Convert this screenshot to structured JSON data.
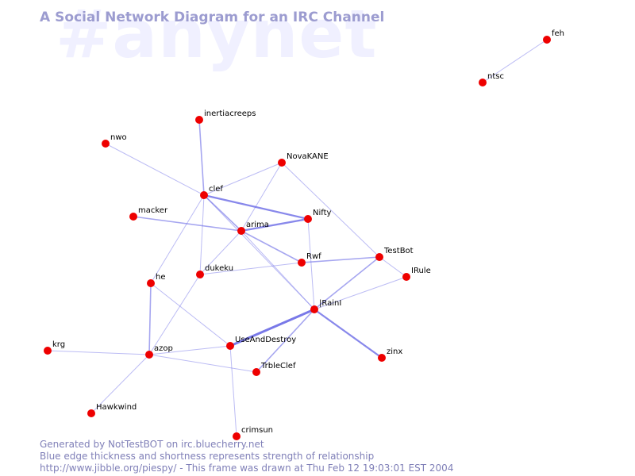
{
  "watermark": "#anynet",
  "title": "A Social Network Diagram for an IRC Channel",
  "footer": {
    "line1": "Generated by NotTestBOT on irc.bluecherry.net",
    "line2": "Blue edge thickness and shortness represents strength of relationship",
    "line3": "http://www.jibble.org/piespy/ - This frame was drawn at Thu Feb 12 19:03:01 EST 2004"
  },
  "colors": {
    "node": "#ee0000",
    "edge": "#6a6ae6",
    "title": "#9c9cd0",
    "watermark": "#f0f0ff",
    "footer": "#8080b8"
  },
  "nodes": [
    {
      "id": "feh",
      "label": "feh"
    },
    {
      "id": "ntsc",
      "label": "ntsc"
    },
    {
      "id": "inertiacreeps",
      "label": "inertiacreeps"
    },
    {
      "id": "nwo",
      "label": "nwo"
    },
    {
      "id": "NovaKANE",
      "label": "NovaKANE"
    },
    {
      "id": "clef",
      "label": "clef"
    },
    {
      "id": "macker",
      "label": "macker"
    },
    {
      "id": "Nifty",
      "label": "Nifty"
    },
    {
      "id": "arima",
      "label": "arima"
    },
    {
      "id": "TestBot",
      "label": "TestBot"
    },
    {
      "id": "Rwf",
      "label": "Rwf"
    },
    {
      "id": "IRule",
      "label": "IRule"
    },
    {
      "id": "dukeku",
      "label": "dukeku"
    },
    {
      "id": "he",
      "label": "he"
    },
    {
      "id": "IRainI",
      "label": "|RainI"
    },
    {
      "id": "UseAndDestroy",
      "label": "UseAndDestroy"
    },
    {
      "id": "krg",
      "label": "krg"
    },
    {
      "id": "azop",
      "label": "azop"
    },
    {
      "id": "zinx",
      "label": "zinx"
    },
    {
      "id": "TribleClef",
      "label": "TrbleClef"
    },
    {
      "id": "Hawkwind",
      "label": "Hawkwind"
    },
    {
      "id": "crimsun",
      "label": "crimsun"
    }
  ],
  "edges": [
    {
      "source": "feh",
      "target": "ntsc",
      "strength": 1
    },
    {
      "source": "inertiacreeps",
      "target": "clef",
      "strength": 2
    },
    {
      "source": "nwo",
      "target": "clef",
      "strength": 1
    },
    {
      "source": "clef",
      "target": "NovaKANE",
      "strength": 1
    },
    {
      "source": "clef",
      "target": "Nifty",
      "strength": 3
    },
    {
      "source": "clef",
      "target": "arima",
      "strength": 2
    },
    {
      "source": "clef",
      "target": "dukeku",
      "strength": 1
    },
    {
      "source": "clef",
      "target": "he",
      "strength": 1
    },
    {
      "source": "clef",
      "target": "IRainI",
      "strength": 1
    },
    {
      "source": "NovaKANE",
      "target": "arima",
      "strength": 1
    },
    {
      "source": "NovaKANE",
      "target": "TestBot",
      "strength": 1
    },
    {
      "source": "macker",
      "target": "arima",
      "strength": 2
    },
    {
      "source": "arima",
      "target": "Nifty",
      "strength": 3
    },
    {
      "source": "arima",
      "target": "Rwf",
      "strength": 2
    },
    {
      "source": "arima",
      "target": "dukeku",
      "strength": 1
    },
    {
      "source": "arima",
      "target": "IRainI",
      "strength": 1
    },
    {
      "source": "Nifty",
      "target": "IRainI",
      "strength": 1
    },
    {
      "source": "Rwf",
      "target": "TestBot",
      "strength": 2
    },
    {
      "source": "Rwf",
      "target": "dukeku",
      "strength": 1
    },
    {
      "source": "TestBot",
      "target": "IRule",
      "strength": 1
    },
    {
      "source": "TestBot",
      "target": "IRainI",
      "strength": 2
    },
    {
      "source": "IRule",
      "target": "IRainI",
      "strength": 1
    },
    {
      "source": "IRainI",
      "target": "UseAndDestroy",
      "strength": 4
    },
    {
      "source": "IRainI",
      "target": "zinx",
      "strength": 3
    },
    {
      "source": "IRainI",
      "target": "TribleClef",
      "strength": 2
    },
    {
      "source": "dukeku",
      "target": "azop",
      "strength": 1
    },
    {
      "source": "he",
      "target": "azop",
      "strength": 2
    },
    {
      "source": "he",
      "target": "UseAndDestroy",
      "strength": 1
    },
    {
      "source": "UseAndDestroy",
      "target": "azop",
      "strength": 1
    },
    {
      "source": "UseAndDestroy",
      "target": "crimsun",
      "strength": 1
    },
    {
      "source": "krg",
      "target": "azop",
      "strength": 1
    },
    {
      "source": "azop",
      "target": "TribleClef",
      "strength": 1
    },
    {
      "source": "azop",
      "target": "Hawkwind",
      "strength": 1
    }
  ]
}
